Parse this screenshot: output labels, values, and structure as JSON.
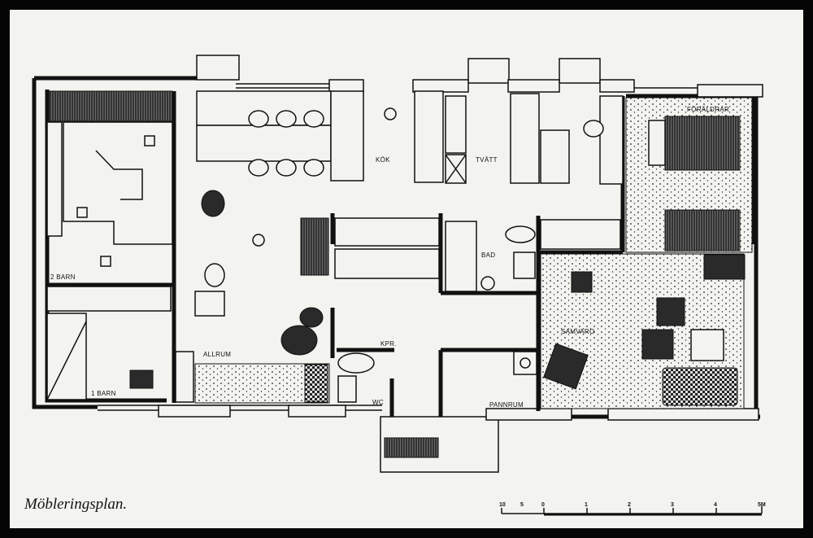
{
  "title": "Möbleringsplan.",
  "rooms": {
    "foraldrar": "FÖRÄLDRAR",
    "kok": "KÖK",
    "tvatt": "TVÄTT",
    "bad": "BAD",
    "barn2": "2 BARN",
    "barn1": "1 BARN",
    "allrum": "ALLRUM",
    "kpr": "KPR.",
    "wc": "WC",
    "pannrum": "PANNRUM",
    "samvaro": "SAMVARO"
  },
  "scale": {
    "ticks": [
      "10",
      "5",
      "0",
      "1",
      "2",
      "3",
      "4",
      "5M"
    ]
  }
}
